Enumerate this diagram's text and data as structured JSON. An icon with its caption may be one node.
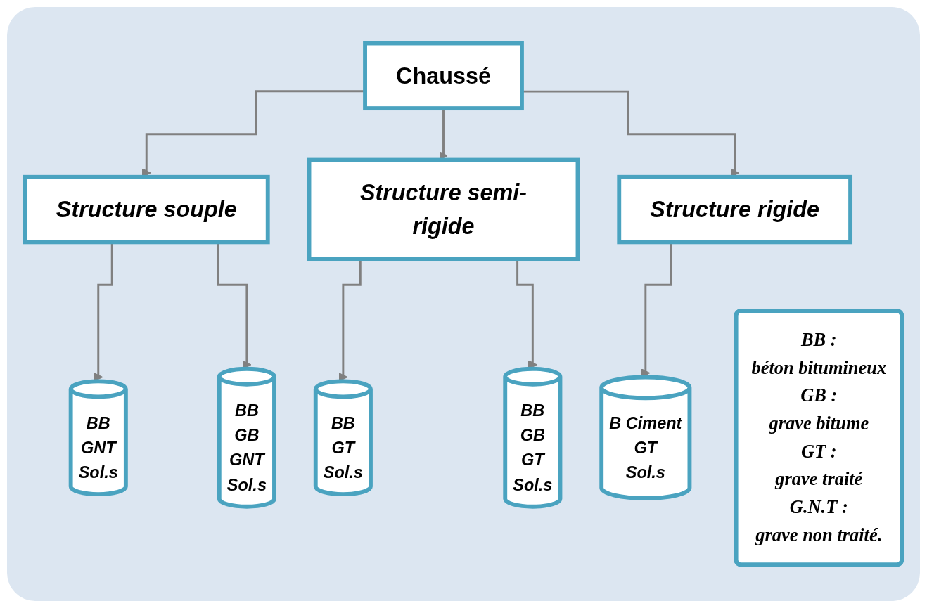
{
  "diagram": {
    "nodes": [
      {
        "text": [
          "Chaussé"
        ]
      },
      {
        "text": [
          "Structure souple"
        ]
      },
      {
        "text": [
          "Structure semi-rigide"
        ]
      },
      {
        "text": [
          "Structure rigide"
        ]
      },
      {
        "text": [
          "BB",
          "GNT",
          "Sol.s"
        ]
      },
      {
        "text": [
          "BB",
          "GB",
          "GNT",
          "Sol.s"
        ]
      },
      {
        "text": [
          "BB",
          "GT",
          "Sol.s"
        ]
      },
      {
        "text": [
          "BB",
          "GB",
          "GT",
          "Sol.s"
        ]
      },
      {
        "text": [
          "B Ciment",
          "GT",
          "Sol.s"
        ]
      },
      {
        "text": [
          "BB :",
          "béton bitumineux",
          "GB :",
          "grave bitume",
          "GT :",
          "grave traité",
          "G.N.T :",
          "grave non traité."
        ]
      }
    ],
    "edges": [
      {
        "from": 0,
        "to": 1,
        "arrow": "to"
      },
      {
        "from": 0,
        "to": 2,
        "arrow": "to"
      },
      {
        "from": 0,
        "to": 3,
        "arrow": "to"
      },
      {
        "from": 1,
        "to": 4,
        "arrow": "to"
      },
      {
        "from": 1,
        "to": 5,
        "arrow": "to"
      },
      {
        "from": 2,
        "to": 6,
        "arrow": "to"
      },
      {
        "from": 2,
        "to": 7,
        "arrow": "to"
      },
      {
        "from": 3,
        "to": 8,
        "arrow": "to"
      }
    ]
  }
}
